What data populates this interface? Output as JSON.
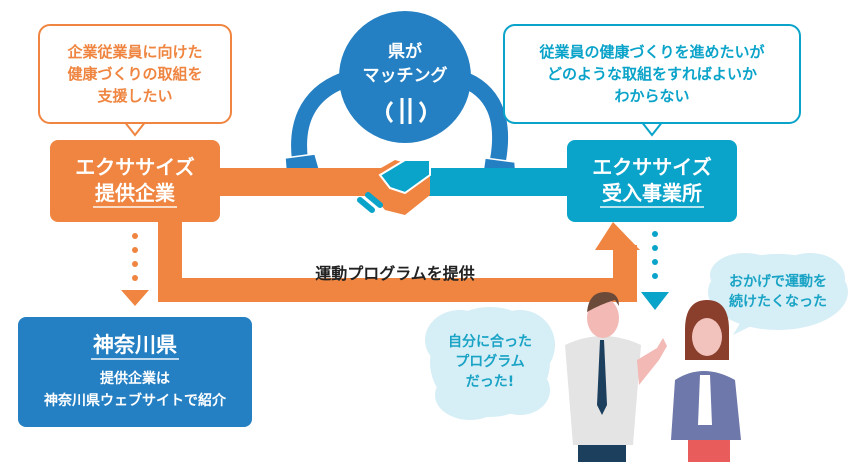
{
  "provider_bubble": {
    "text": "企業従業員に向けた\n健康づくりの取組を\n支援したい"
  },
  "receiver_bubble": {
    "text": "従業員の健康づくりを進めたいが\nどのような取組をすればよいか\nわからない"
  },
  "provider_box": {
    "line1": "エクササイズ",
    "line2": "提供企業"
  },
  "receiver_box": {
    "line1": "エクササイズ",
    "line2": "受入事業所"
  },
  "matching_circle": {
    "line1": "県が",
    "line2": "マッチング"
  },
  "program_label": "運動プログラムを提供",
  "prefecture_box": {
    "title": "神奈川県",
    "line1": "提供企業は",
    "line2": "神奈川県ウェブサイトで紹介"
  },
  "man_cloud": {
    "text": "自分に合った\nプログラム\nだった!"
  },
  "woman_cloud": {
    "text": "おかげで運動を\n続けたくなった"
  },
  "colors": {
    "orange": "#ef8540",
    "teal": "#0aa3c9",
    "blue": "#2580c3",
    "cloud": "#d6eef6"
  }
}
